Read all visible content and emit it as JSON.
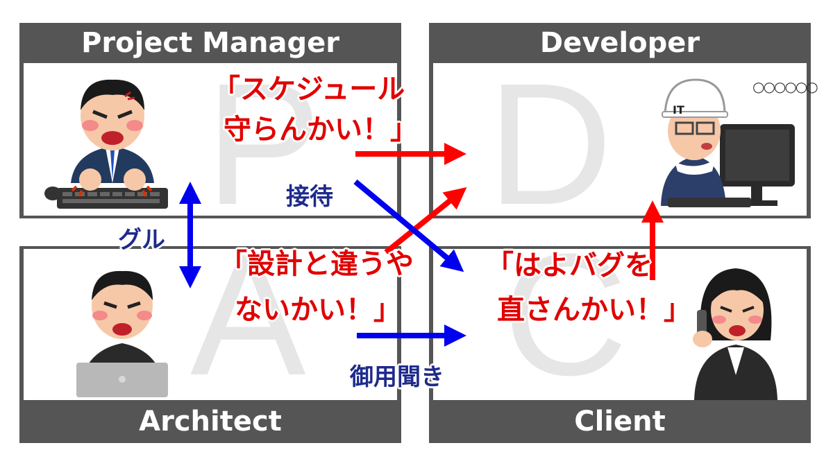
{
  "panels": {
    "pm": {
      "title": "Project Manager",
      "watermark": "P"
    },
    "dev": {
      "title": "Developer",
      "watermark": "D",
      "speech": "○○○○○○",
      "helmet_text": "IT"
    },
    "arch": {
      "title": "Architect",
      "watermark": "A"
    },
    "client": {
      "title": "Client",
      "watermark": "C"
    }
  },
  "quotes": {
    "pm_to_dev": {
      "line1": "「スケジュール",
      "line2": "守らんかい！」"
    },
    "arch_to_dev": {
      "line1": "「設計と違うや",
      "line2": "ないかい！」"
    },
    "client_to_dev": {
      "line1": "「はよバグを",
      "line2": "直さんかい！」"
    }
  },
  "relations": {
    "pm_arch": "グル",
    "pm_client": "接待",
    "arch_client": "御用聞き"
  },
  "colors": {
    "red": "#ff0000",
    "blue": "#0000ee",
    "panel": "#555555",
    "navy": "#1e2a8c"
  }
}
